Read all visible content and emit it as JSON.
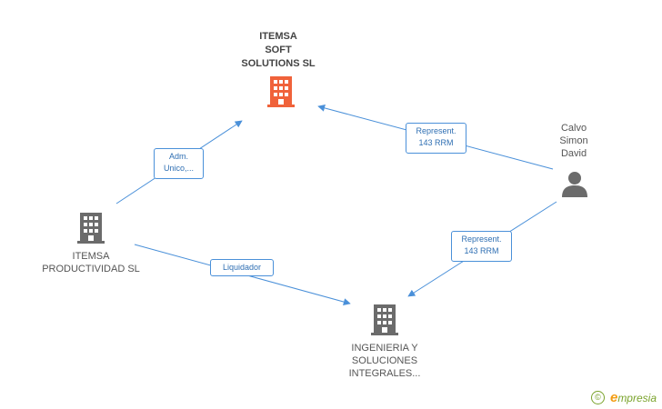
{
  "nodes": {
    "itemsa_soft": {
      "lines": [
        "ITEMSA",
        "SOFT",
        "SOLUTIONS SL"
      ],
      "icon": "building-icon",
      "color": "#f0623a"
    },
    "itemsa_productividad": {
      "lines": [
        "ITEMSA",
        "PRODUCTIVIDAD SL"
      ],
      "icon": "building-icon",
      "color": "#6b6b6b"
    },
    "ingenieria": {
      "lines": [
        "INGENIERIA Y",
        "SOLUCIONES",
        "INTEGRALES..."
      ],
      "icon": "building-icon",
      "color": "#6b6b6b"
    },
    "calvo": {
      "lines": [
        "Calvo",
        "Simon",
        "David"
      ],
      "icon": "person-icon",
      "color": "#6b6b6b"
    }
  },
  "edges": [
    {
      "from": "itemsa_productividad",
      "to": "itemsa_soft",
      "label": [
        "Adm.",
        "Unico,..."
      ]
    },
    {
      "from": "calvo",
      "to": "itemsa_soft",
      "label": [
        "Represent.",
        "143 RRM"
      ]
    },
    {
      "from": "calvo",
      "to": "ingenieria",
      "label": [
        "Represent.",
        "143 RRM"
      ]
    },
    {
      "from": "itemsa_productividad",
      "to": "ingenieria",
      "label": [
        "Liquidador"
      ]
    }
  ],
  "colors": {
    "edge": "#4a90d9"
  },
  "footer": {
    "copyright": "©",
    "brand_initial": "e",
    "brand_rest": "mpresia"
  }
}
